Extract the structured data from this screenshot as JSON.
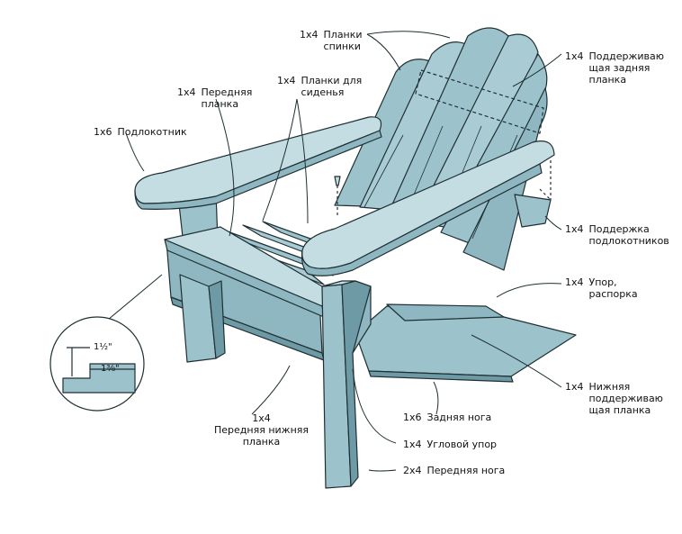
{
  "colors": {
    "wood": "#9cc3cc",
    "wood_dark": "#6e9aa6",
    "wood_light": "#c4dde2",
    "outline": "#1f2f33"
  },
  "labels": {
    "back_slats": {
      "size": "1x4",
      "name": [
        "Планки",
        "спинки"
      ]
    },
    "front_plank": {
      "size": "1x4",
      "name": [
        "Передняя",
        "планка"
      ]
    },
    "seat_slats": {
      "size": "1x4",
      "name": [
        "Планки для",
        "сиденья"
      ]
    },
    "armrest": {
      "size": "1x6",
      "name": [
        "Подлокотник"
      ]
    },
    "back_support": {
      "size": "1x4",
      "name": [
        "Поддерживаю",
        "щая задняя",
        "планка"
      ]
    },
    "arm_support": {
      "size": "1x4",
      "name": [
        "Поддержка",
        "подлокотников"
      ]
    },
    "brace": {
      "size": "1x4",
      "name": [
        "Упор,",
        "распорка"
      ]
    },
    "lower_support": {
      "size": "1x4",
      "name": [
        "Нижняя",
        "поддерживаю",
        "щая планка"
      ]
    },
    "rear_leg": {
      "size": "1x6",
      "name": [
        "Задняя нога"
      ]
    },
    "front_lower": {
      "size": "1x4",
      "name": [
        "Передняя нижняя",
        "планка"
      ]
    },
    "corner_brace": {
      "size": "1x4",
      "name": [
        "Угловой упор"
      ]
    },
    "front_leg": {
      "size": "2x4",
      "name": [
        "Передняя нога"
      ]
    }
  },
  "detail": {
    "dim_top": "1½\"",
    "dim_bottom": "1⅜\""
  }
}
